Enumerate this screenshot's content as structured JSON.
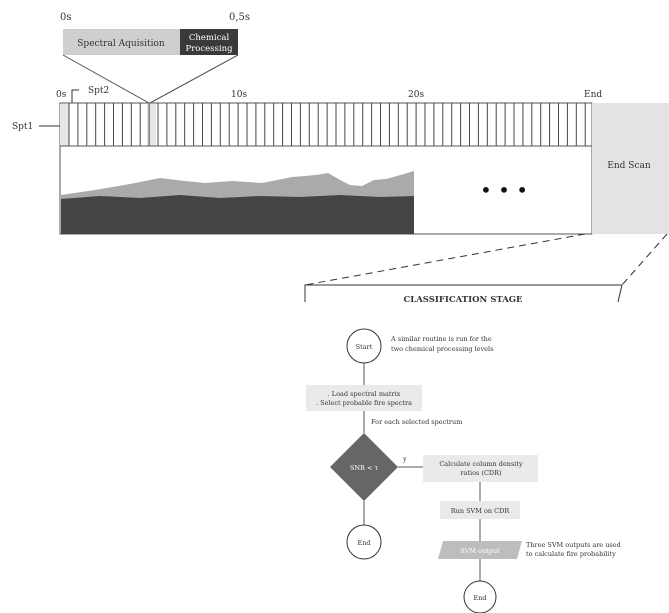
{
  "timeline": {
    "top_start_label": "0s",
    "top_end_label": "0,5s",
    "acquisition_label": "Spectral Aquisition",
    "chemical_label_line1": "Chemical",
    "chemical_label_line2": "Processing",
    "label_0s": "0s",
    "label_10s": "10s",
    "label_20s": "20s",
    "label_end": "End",
    "spt1_label": "Spt1",
    "spt2_label": "Spt2",
    "end_scan_label": "End Scan",
    "ellipsis": "• • •"
  },
  "classification": {
    "title": "CLASSIFICATION STAGE",
    "start_label": "Start",
    "start_note_line1": "A similar routine is run for the",
    "start_note_line2": "two chemical processing levels",
    "load_line1": ". Load spectral matrix",
    "load_line2": ". Select probable fire spectra",
    "for_each_label": "For each selected spectrum",
    "decision_label": "SNR < τ",
    "yes_label": "y",
    "cdr_line1": "Calculate column density",
    "cdr_line2": "ratios (CDR)",
    "svm_run_label": "Run SVM on CDR",
    "svm_output_label": "SVM output",
    "svm_note_line1": "Three SVM outputs are used",
    "svm_note_line2": "to calculate fire probability",
    "end_left_label": "End",
    "end_bottom_label": "End"
  }
}
